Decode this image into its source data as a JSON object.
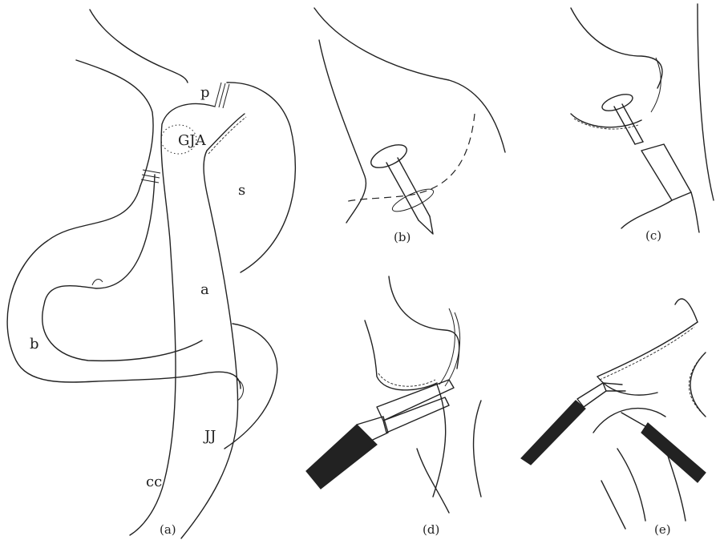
{
  "panels": {
    "a": {
      "caption": "(a)",
      "labels": {
        "p": "p",
        "gja": "GJA",
        "s": "s",
        "a": "a",
        "b": "b",
        "jj": "JJ",
        "cc": "cc"
      }
    },
    "b": {
      "caption": "(b)"
    },
    "c": {
      "caption": "(c)"
    },
    "d": {
      "caption": "(d)"
    },
    "e": {
      "caption": "(e)"
    }
  }
}
